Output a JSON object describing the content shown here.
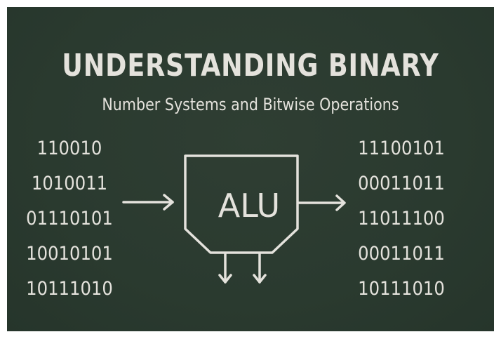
{
  "header": {
    "title": "UNDERSTANDING BINARY",
    "subtitle": "Number Systems and Bitwise Operations"
  },
  "inputs": [
    "110010",
    "1010011",
    "01110101",
    "10010101",
    "10111010"
  ],
  "alu": {
    "label": "ALU"
  },
  "outputs": [
    "11100101",
    "00011011",
    "11011100",
    "00011011",
    "10111010"
  ],
  "colors": {
    "board": "#2b3a30",
    "chalk": "#e4e2dc",
    "border": "#ffffff"
  }
}
